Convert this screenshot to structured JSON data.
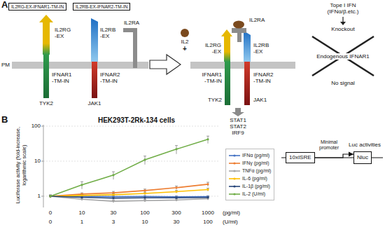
{
  "diagram": {
    "nodes": [
      {
        "text": [
          "IL2RG-EX-IFNAR1-TM-IN"
        ]
      },
      {
        "text": [
          "IL2RB-EX-IFNAR2-TM-IN"
        ]
      },
      {
        "text": [
          "10xISRE"
        ]
      },
      {
        "text": [
          "Nluc"
        ]
      }
    ],
    "edges": [
      {
        "from": 2,
        "to": 3,
        "arrow": "to"
      }
    ],
    "labels": [
      "A",
      "IL2RG -EX",
      "IL2RB -EX",
      "IL2RA",
      "PM",
      "IFNAR1 -TM-IN",
      "IFNAR2 -TM-IN",
      "TYK2",
      "JAK1",
      "IL2",
      "+",
      "IL2RA",
      "IL2RG -EX",
      "IL2RB -EX",
      "IFNAR1 -TM-IN",
      "IFNAR2 -TM-IN",
      "TYK2",
      "JAK1",
      "Tope I IFN (IFNα/β.etc.)",
      "Knockout",
      "Endogenous IFNAR1",
      "No signal",
      "STAT1 STAT2 IRF9",
      "Minimal promoter",
      "Luc activities",
      "B",
      "HEK293T-2Rk-134 cells",
      "Luciferase activity (fold-increase, logarithmic scale)",
      "100",
      "10",
      "1",
      "0",
      "10",
      "30",
      "100",
      "300",
      "1000",
      "(pg/ml)",
      "0",
      "1",
      "3",
      "10",
      "30",
      "100",
      "(U/ml)"
    ],
    "legend": [
      {
        "text": "IFNα (pg/ml)"
      },
      {
        "text": "IFNγ (pg/ml)"
      },
      {
        "text": "TNFα (pg/ml)"
      },
      {
        "text": "IL-6 (pg/ml)"
      },
      {
        "text": "IL-1β (pg/ml)"
      },
      {
        "text": "IL-2 (U/ml)"
      }
    ]
  }
}
